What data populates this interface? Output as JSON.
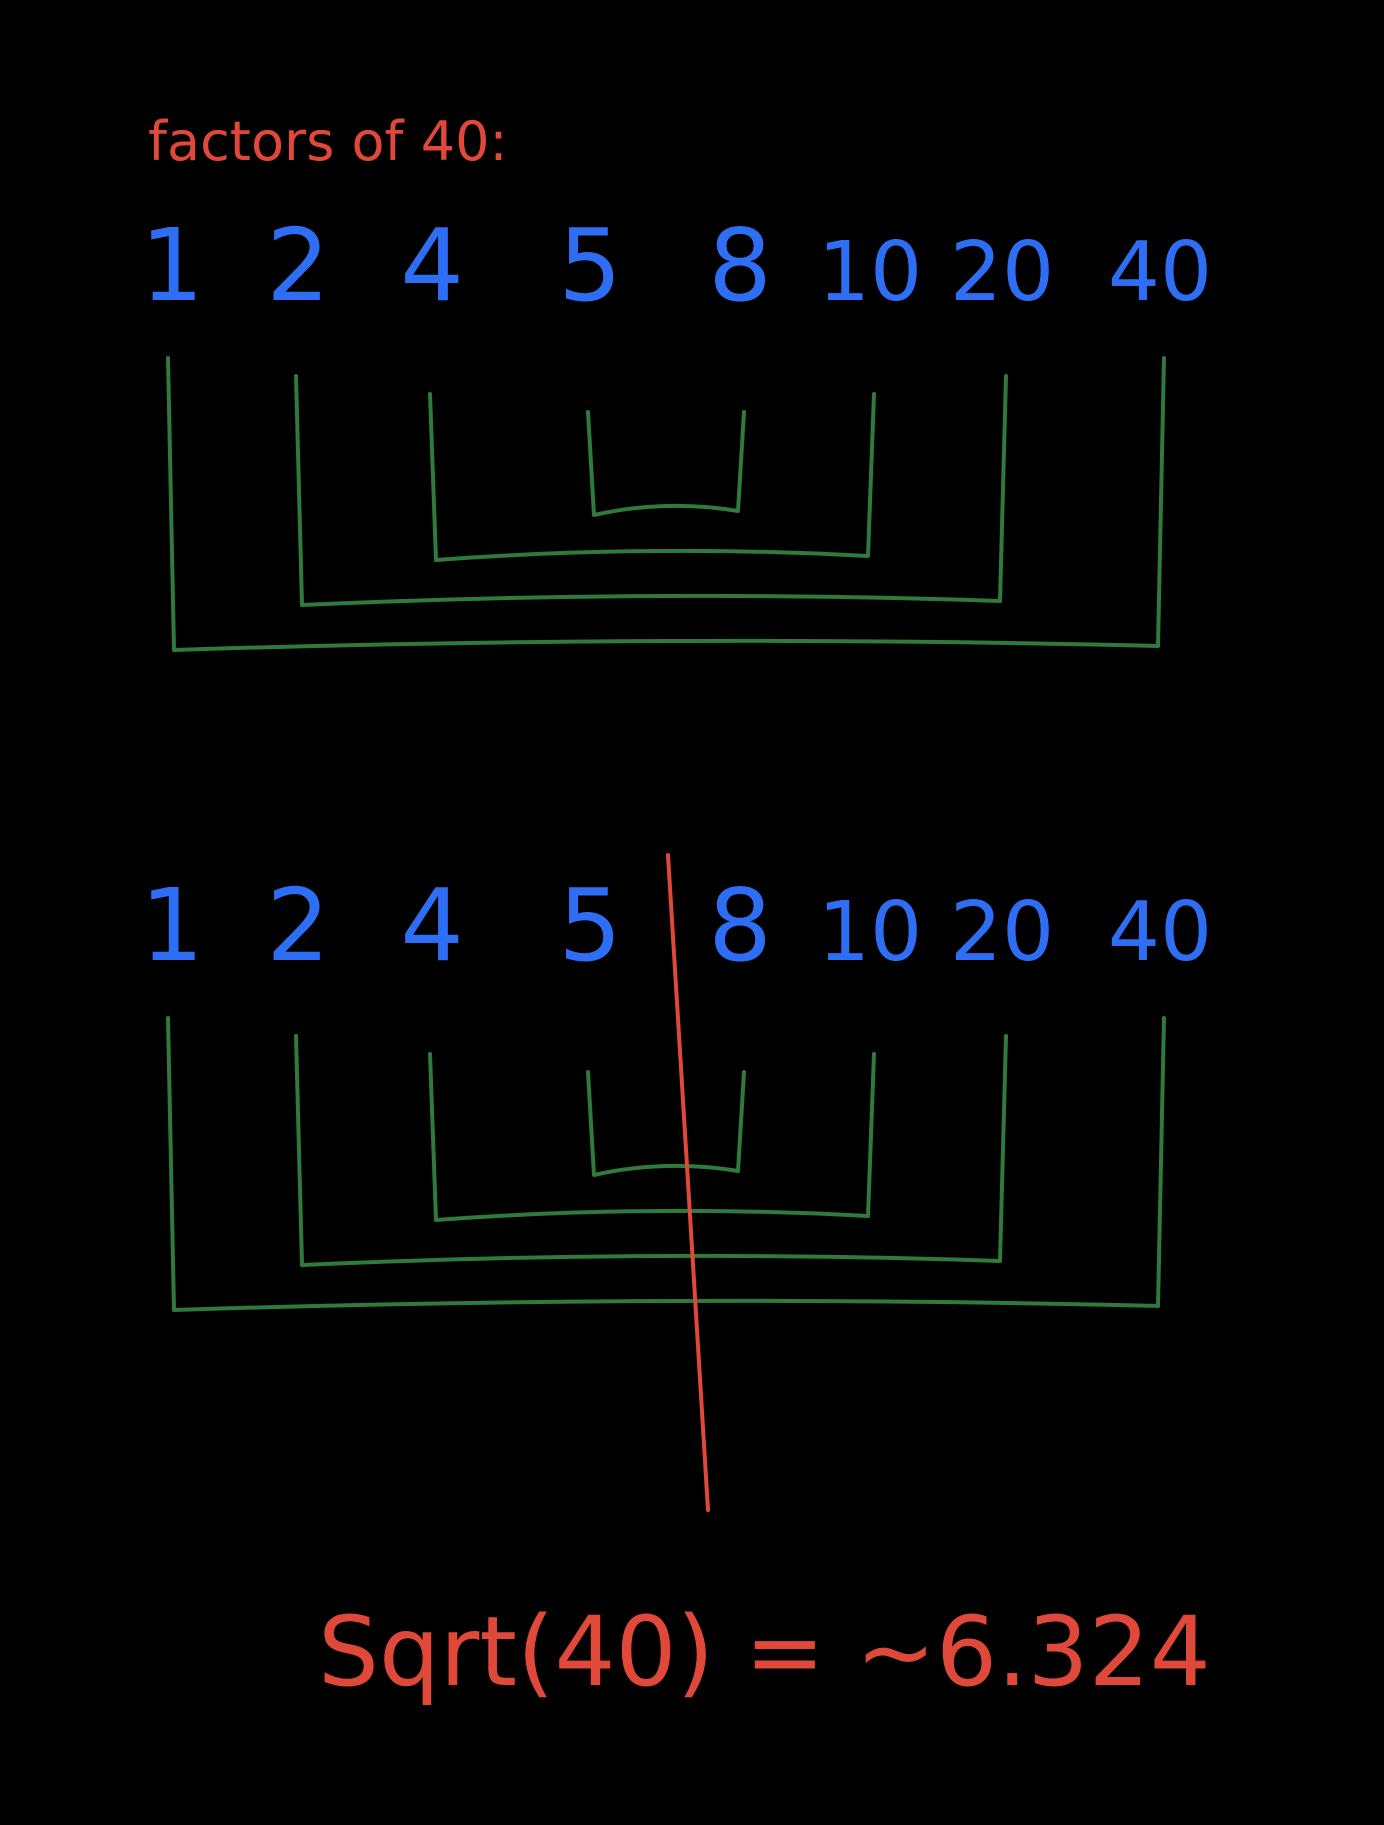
{
  "heading": "factors of 40:",
  "factors": [
    "1",
    "2",
    "4",
    "5",
    "8",
    "10",
    "20",
    "40"
  ],
  "pairs": [
    [
      "1",
      "40"
    ],
    [
      "2",
      "20"
    ],
    [
      "4",
      "10"
    ],
    [
      "5",
      "8"
    ]
  ],
  "rows": [
    {
      "show_split": false
    },
    {
      "show_split": true
    }
  ],
  "sqrt_label": "Sqrt(40) = ~6.324",
  "colors": {
    "background": "#000000",
    "heading": "#e0483a",
    "factor": "#2e6ef5",
    "bracket": "#2f7a3c",
    "split_line": "#e0483a",
    "equation": "#e0483a"
  }
}
